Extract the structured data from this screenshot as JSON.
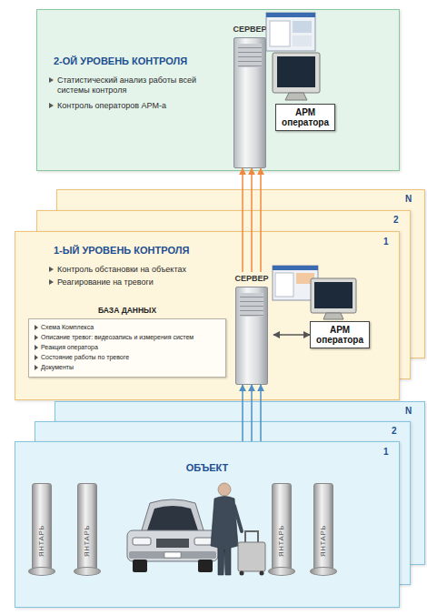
{
  "diagram": {
    "nodes": [
      {
        "text": [
          "2-ОЙ УРОВЕНЬ КОНТРОЛЯ",
          "Статистический анализ работы всей системы контроля",
          "Контроль операторов АРМ-а"
        ]
      },
      {
        "text": [
          "СЕРВЕР"
        ],
        "in": 0
      },
      {
        "text": [
          "АРМ оператора"
        ],
        "in": 0
      },
      {
        "text": [
          "N"
        ]
      },
      {
        "text": [
          "2"
        ]
      },
      {
        "text": [
          "1",
          "1-ЫЙ УРОВЕНЬ КОНТРОЛЯ",
          "Контроль обстановки на объектах",
          "Реагирование на тревоги"
        ]
      },
      {
        "text": [
          "БАЗА ДАННЫХ",
          "Схема Комплекса",
          "Описание тревог: видеозапись и измерения систем",
          "Реакция оператора",
          "Состояние работы по тревоге",
          "Документы"
        ],
        "in": 5
      },
      {
        "text": [
          "СЕРВЕР"
        ],
        "in": 5
      },
      {
        "text": [
          "АРМ оператора"
        ],
        "in": 5
      },
      {
        "text": [
          "N"
        ]
      },
      {
        "text": [
          "2"
        ]
      },
      {
        "text": [
          "1",
          "ОБЪЕКТ"
        ]
      },
      {
        "text": [
          "ЯНТАРЬ"
        ],
        "in": 11
      },
      {
        "text": [
          "ЯНТАРЬ"
        ],
        "in": 11
      },
      {
        "text": [
          "ЯНТАРЬ"
        ],
        "in": 11
      },
      {
        "text": [
          "ЯНТАРЬ"
        ],
        "in": 11
      }
    ],
    "edges": [
      {
        "from": 7,
        "to": 1,
        "arrow": "to"
      },
      {
        "from": 7,
        "to": 1,
        "arrow": "to"
      },
      {
        "from": 7,
        "to": 1,
        "arrow": "to"
      },
      {
        "from": 7,
        "to": 8,
        "arrow": "both"
      },
      {
        "from": 11,
        "to": 7,
        "arrow": "to"
      },
      {
        "from": 11,
        "to": 7,
        "arrow": "to"
      },
      {
        "from": 11,
        "to": 7,
        "arrow": "to"
      }
    ]
  }
}
